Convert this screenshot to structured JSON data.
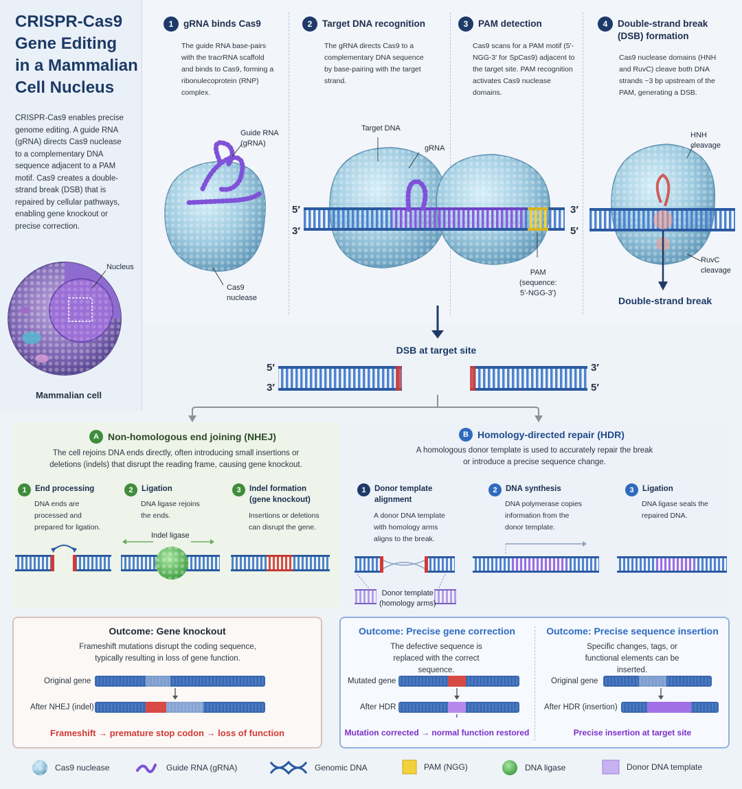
{
  "title": "CRISPR-Cas9\nGene Editing\nin a Mammalian\nCell Nucleus",
  "intro": "CRISPR-Cas9 enables precise genome editing. A guide RNA (gRNA) directs Cas9 nuclease to a complementary DNA sequence adjacent to a PAM motif. Cas9 creates a double-strand break (DSB) that is repaired by cellular pathways, enabling gene knockout or precise correction.",
  "cell": {
    "nucleus_label": "Nucleus",
    "caption": "Mammalian cell"
  },
  "steps": [
    {
      "num": "1",
      "title": "gRNA binds Cas9",
      "desc": "The guide RNA base-pairs with the tracrRNA scaffold and binds to Cas9, forming a ribonulecoprotein (RNP) complex."
    },
    {
      "num": "2",
      "title": "Target DNA recognition",
      "desc": "The gRNA directs Cas9 to a complementary DNA sequence by base-pairing with the target strand."
    },
    {
      "num": "3",
      "title": "PAM detection",
      "desc": "Cas9 scans for a PAM motif (5'-NGG-3' for SpCas9) adjacent to the target site. PAM recognition activates Cas9 nuclease domains."
    },
    {
      "num": "4",
      "title": "Double-strand break (DSB) formation",
      "desc": "Cas9 nuclease domains (HNH and RuvC) cleave both DNA strands ~3 bp upstream of the PAM, generating a DSB."
    }
  ],
  "labels": {
    "guide_rna": "Guide RNA\n(gRNA)",
    "cas9": "Cas9\nnuclease",
    "target_dna": "Target DNA",
    "grna": "gRNA",
    "pam": "PAM\n(sequence:\n5'-NGG-3')",
    "hnh": "HNH\ncleavage",
    "ruvc": "RuvC\ncleavage",
    "dsb": "Double-strand break",
    "five": "5′",
    "three": "3′",
    "dsb_site": "DSB at target site"
  },
  "nhej": {
    "letter": "A",
    "title": "Non-homologous end joining (NHEJ)",
    "desc": "The cell rejoins DNA ends directly, often introducing small insertions or deletions (indels) that disrupt the reading frame, causing gene knockout.",
    "steps": [
      {
        "num": "1",
        "title": "End processing",
        "desc": "DNA ends are processed and prepared for ligation."
      },
      {
        "num": "2",
        "title": "Ligation",
        "desc": "DNA ligase rejoins the ends."
      },
      {
        "num": "3",
        "title": "Indel formation (gene knockout)",
        "desc": "Insertions or deletions can disrupt the gene."
      }
    ],
    "ligase_label": "Indel ligase"
  },
  "hdr": {
    "letter": "B",
    "title": "Homology-directed repair (HDR)",
    "desc": "A homologous donor template is used to accurately repair the break or introduce a precise sequence change.",
    "steps": [
      {
        "num": "1",
        "title": "Donor template alignment",
        "desc": "A donor DNA template with homology arms aligns to the break."
      },
      {
        "num": "2",
        "title": "DNA synthesis",
        "desc": "DNA polymerase copies information from the donor template."
      },
      {
        "num": "3",
        "title": "Ligation",
        "desc": "DNA ligase seals the repaired DNA."
      }
    ],
    "donor_label": "Donor template\n(homology arms)"
  },
  "outcomes": {
    "knockout": {
      "title": "Outcome: Gene knockout",
      "desc": "Frameshift mutations disrupt the coding sequence, typically resulting in loss of gene function.",
      "row1": "Original gene",
      "row2": "After NHEJ (indel)",
      "footer": "Frameshift → premature stop codon → loss of function"
    },
    "correction": {
      "title": "Outcome: Precise gene correction",
      "desc": "The defective sequence is replaced with the correct sequence.",
      "row1": "Mutated gene",
      "row2": "After HDR",
      "footer": "Mutation corrected → normal function restored"
    },
    "insertion": {
      "title": "Outcome: Precise sequence insertion",
      "desc": "Specific changes, tags, or functional elements can be inserted.",
      "row1": "Original gene",
      "row2": "After HDR (insertion)",
      "footer": "Precise insertion at target site"
    }
  },
  "legend": [
    "Cas9 nuclease",
    "Guide RNA (gRNA)",
    "Genomic DNA",
    "PAM (NGG)",
    "DNA ligase",
    "Donor DNA template"
  ],
  "colors": {
    "navy": "#1e3a68",
    "dna_blue": "#3569b5",
    "red": "#d23a36",
    "purple": "#7f52d8",
    "yellow": "#f2d23a",
    "green": "#4caf50",
    "hdr_text": "#7b2fc9"
  }
}
